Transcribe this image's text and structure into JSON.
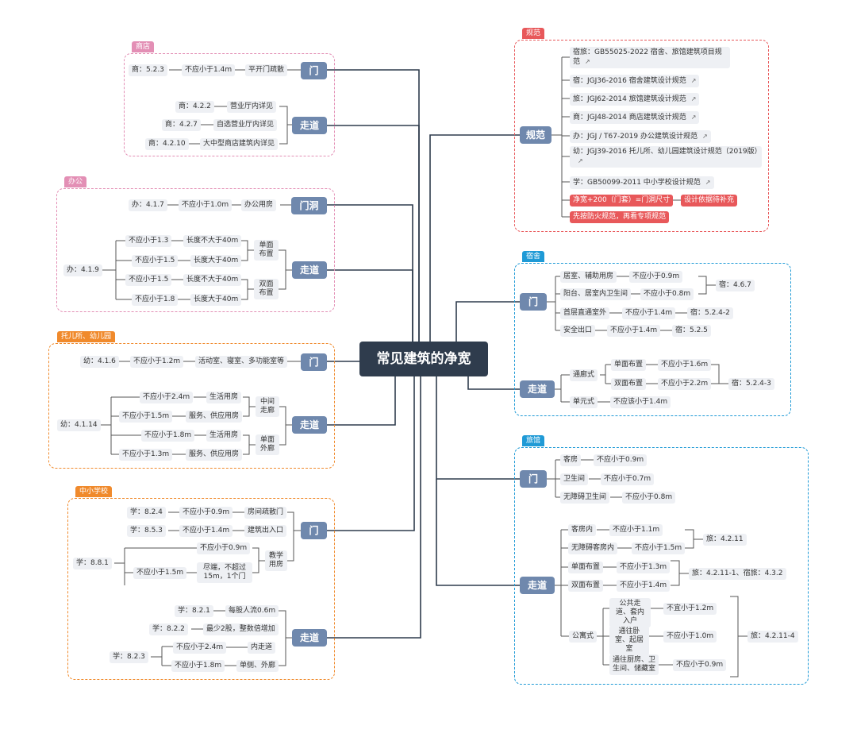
{
  "colors": {
    "center": "#2f3c4d",
    "branch": "#6f88ad",
    "red_node": "#e8585a",
    "pink": "#e38fb5",
    "orange": "#f08a2c",
    "blue": "#1f9ad6",
    "red": "#e8585a"
  },
  "center_title": "常见建筑的净宽",
  "shop": {
    "tag": "商店",
    "door": "门",
    "door_ref": "商：5.2.3",
    "door_req": "不应小于1.4m",
    "door_type": "平开门疏散",
    "corridor": "走道",
    "c1_ref": "商：4.2.2",
    "c1_text": "营业厅内详见",
    "c2_ref": "商：4.2.7",
    "c2_text": "自选营业厅内详见",
    "c3_ref": "商：4.2.10",
    "c3_text": "大中型商店建筑内详见"
  },
  "office": {
    "tag": "办公",
    "door": "门洞",
    "door_ref": "办：4.1.7",
    "door_req": "不应小于1.0m",
    "door_type": "办公用房",
    "corridor": "走道",
    "ref": "办：4.1.9",
    "r1": "不应小于1.3",
    "r1b": "长度不大于40m",
    "r2": "不应小于1.5",
    "r2b": "长度大于40m",
    "r3": "不应小于1.5",
    "r3b": "长度不大于40m",
    "r4": "不应小于1.8",
    "r4b": "长度大于40m",
    "single": "单面布置",
    "double": "双面布置"
  },
  "kinder": {
    "tag": "托儿所、幼儿园",
    "door": "门",
    "door_ref": "幼：4.1.6",
    "door_req": "不应小于1.2m",
    "door_type": "活动室、寝室、多功能室等",
    "corridor": "走道",
    "ref": "幼：4.1.14",
    "r1": "不应小于2.4m",
    "r1b": "生活用房",
    "r2": "不应小于1.5m",
    "r2b": "服务、供应用房",
    "r3": "不应小于1.8m",
    "r3b": "生活用房",
    "r4": "不应小于1.3m",
    "r4b": "服务、供应用房",
    "mid": "中间走廊",
    "single": "单面外廊"
  },
  "school": {
    "tag": "中小学校",
    "door": "门",
    "d1_ref": "学：8.2.4",
    "d1_req": "不应小于0.9m",
    "d1_type": "房间疏散门",
    "d2_ref": "学：8.5.3",
    "d2_req": "不应小于1.4m",
    "d2_type": "建筑出入口",
    "d3_ref": "学：8.8.1",
    "d3_req": "不应小于0.9m",
    "d4_req": "不应小于1.5m",
    "d4_type": "尽端，不超过15m，1个门",
    "teach": "教学用房",
    "corridor": "走道",
    "c1_ref": "学：8.2.1",
    "c1_text": "每股人流0.6m",
    "c2_ref": "学：8.2.2",
    "c2_text": "最少2股，整数倍增加",
    "c3_ref": "学：8.2.3",
    "c3_req": "不应小于2.4m",
    "c3_text": "内走道",
    "c4_req": "不应小于1.8m",
    "c4_text": "单侧、外廊"
  },
  "spec": {
    "tag": "规范",
    "branch": "规范",
    "s1": "宿旅：GB55025-2022 宿舍、旅馆建筑项目规范",
    "s2": "宿：JGJ36-2016 宿舍建筑设计规范",
    "s3": "旅：JGJ62-2014 旅馆建筑设计规范",
    "s4": "商：JGJ48-2014 商店建筑设计规范",
    "s5": "办：JGJ / T67-2019 办公建筑设计规范",
    "s6": "幼：JGJ39-2016 托儿所、幼儿园建筑设计规范（2019版）",
    "s7": "学：GB50099-2011 中小学校设计规范",
    "s8": "净宽+200（门套）=门洞尺寸",
    "s8b": "设计依据待补充",
    "s9": "先按防火规范，再看专项规范",
    "link_icon": "external-link-icon"
  },
  "dorm": {
    "tag": "宿舍",
    "door": "门",
    "d1": "居室、辅助用房",
    "d1_req": "不应小于0.9m",
    "d2": "阳台、居室内卫生间",
    "d2_req": "不应小于0.8m",
    "d12_ref": "宿：4.6.7",
    "d3": "首层直通室外",
    "d3_req": "不应小于1.4m",
    "d3_ref": "宿：5.2.4-2",
    "d4": "安全出口",
    "d4_req": "不应小于1.4m",
    "d4_ref": "宿：5.2.5",
    "corridor": "走道",
    "corr_type": "通廊式",
    "single": "单面布置",
    "single_req": "不应小于1.6m",
    "double": "双面布置",
    "double_req": "不应小于2.2m",
    "corr_ref": "宿：5.2.4-3",
    "unit": "单元式",
    "unit_req": "不应该小于1.4m"
  },
  "hotel": {
    "tag": "旅馆",
    "door": "门",
    "d1": "客房",
    "d1_req": "不应小于0.9m",
    "d2": "卫生间",
    "d2_req": "不应小于0.7m",
    "d3": "无障碍卫生间",
    "d3_req": "不应小于0.8m",
    "corridor": "走道",
    "c1": "客房内",
    "c1_req": "不应小于1.1m",
    "c2": "无障碍客房内",
    "c2_req": "不应小于1.5m",
    "c12_ref": "旅：4.2.11",
    "c3": "单面布置",
    "c3_req": "不应小于1.3m",
    "c4": "双面布置",
    "c4_req": "不应小于1.4m",
    "c34_ref": "旅：4.2.11-1、宿旅：4.3.2",
    "apt": "公寓式",
    "a1": "公共走道、套内入户",
    "a1_req": "不宜小于1.2m",
    "a2": "通往卧室、起居室",
    "a2_req": "不应小于1.0m",
    "a3": "通往厨房、卫生间、储藏室",
    "a3_req": "不应小于0.9m",
    "apt_ref": "旅：4.2.11-4"
  }
}
